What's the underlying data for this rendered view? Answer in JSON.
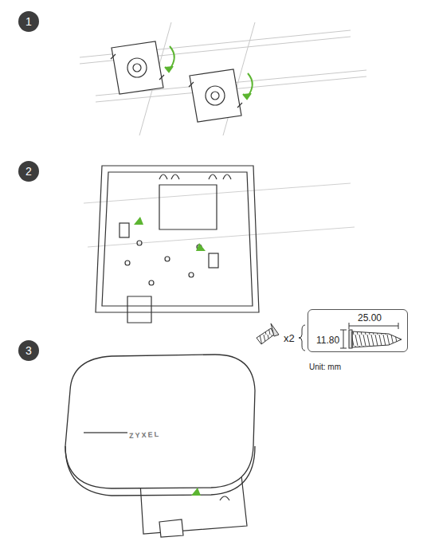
{
  "diagram": {
    "nodes": [
      {
        "text": [
          "1"
        ]
      },
      {
        "text": [
          "2"
        ]
      },
      {
        "text": [
          "3"
        ]
      },
      {
        "text": [
          "25.00",
          "11.80"
        ]
      }
    ],
    "labels": [
      "x2",
      "Unit: mm",
      "ZYXEL"
    ]
  }
}
